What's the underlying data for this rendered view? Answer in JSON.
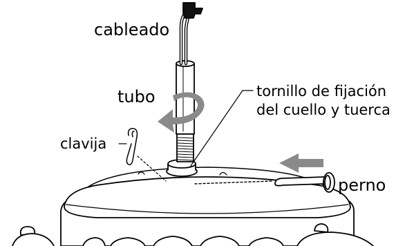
{
  "labels": {
    "cableado": "cableado",
    "tubo": "tubo",
    "clavija": "clavija",
    "tornillo_line1": "tornillo de fijación",
    "tornillo_line2": "del cuello y tuerca",
    "perno": "perno"
  },
  "colors": {
    "arrow_gray": "#8a8a8a",
    "line": "#000000",
    "fill": "#ffffff"
  },
  "icons": {
    "rotation_arrow": "curved-rotation-arrow-icon",
    "push_arrow": "left-arrow-icon"
  }
}
